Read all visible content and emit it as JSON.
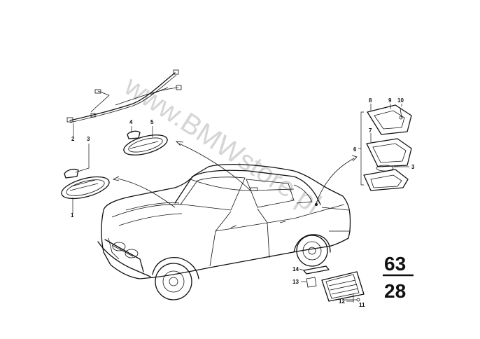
{
  "watermark": "www.BMWstore.pl",
  "group": {
    "top": "63",
    "bottom": "28"
  },
  "callouts": {
    "c1": "1",
    "c2": "2",
    "c3a": "3",
    "c4": "4",
    "c5": "5",
    "c6": "6",
    "c7": "7",
    "c8": "8",
    "c9": "9",
    "c10": "10",
    "c3b": "3",
    "c11": "11",
    "c12": "12",
    "c13": "13",
    "c14": "14"
  },
  "colors": {
    "ink": "#111111",
    "watermark": "#c8c8c8",
    "background": "#ffffff"
  }
}
